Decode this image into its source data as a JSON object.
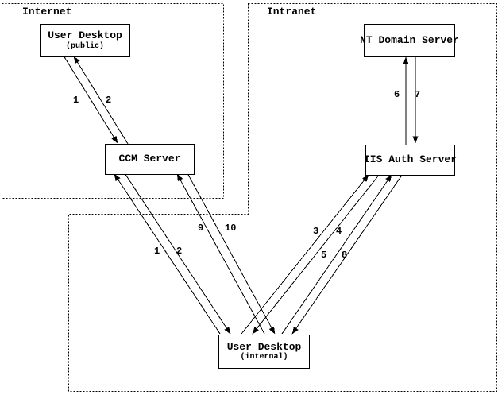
{
  "colors": {
    "line": "#000000",
    "background": "#ffffff"
  },
  "regions": [
    {
      "label": "Internet"
    },
    {
      "label": "Intranet"
    }
  ],
  "nodes": [
    {
      "title": "User Desktop",
      "subtitle": "(public)"
    },
    {
      "title": "CCM Server"
    },
    {
      "title": "NT Domain Server"
    },
    {
      "title": "IIS Auth Server"
    },
    {
      "title": "User Desktop",
      "subtitle": "(internal)"
    }
  ],
  "steps": [
    "1",
    "2",
    "1",
    "2",
    "9",
    "10",
    "3",
    "4",
    "5",
    "8",
    "6",
    "7"
  ]
}
